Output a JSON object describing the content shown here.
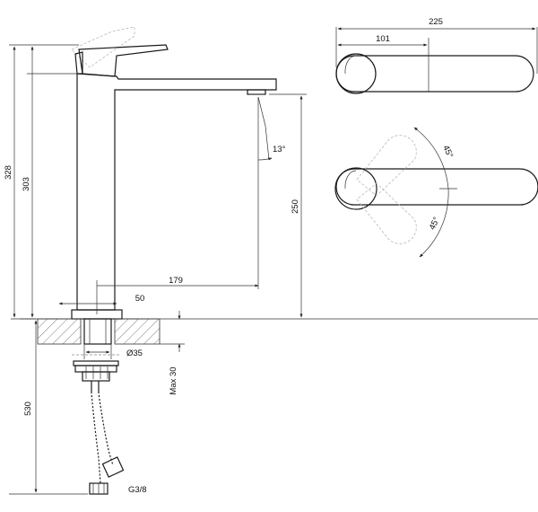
{
  "dimensions": {
    "width_total": "225",
    "handle_width": "101",
    "height_total": "328",
    "body_height": "303",
    "spout_height": "250",
    "spout_reach": "179",
    "base_width": "50",
    "shank_diameter": "Ø35",
    "max_thickness": "Max 30",
    "hose_length": "530",
    "hose_thread": "G3/8",
    "spout_angle": "13°",
    "handle_angle_up": "45°",
    "handle_angle_down": "45°"
  },
  "colors": {
    "line": "#1a1a1a",
    "ghost": "#b8b8b8"
  }
}
